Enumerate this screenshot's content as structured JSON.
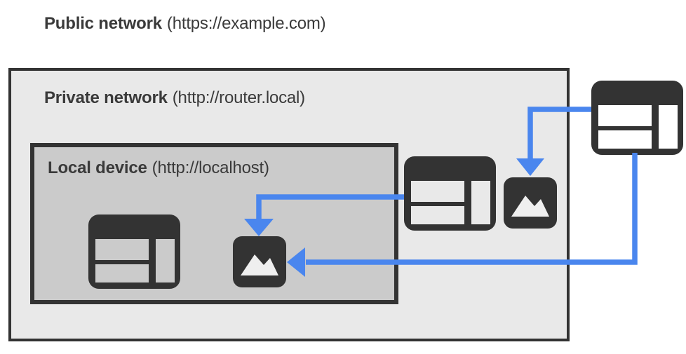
{
  "public_network": {
    "name": "Public network",
    "origin": "(https://example.com)"
  },
  "private_network": {
    "name": "Private network",
    "origin": "(http://router.local)"
  },
  "local_device": {
    "name": "Local device",
    "origin": "(http://localhost)"
  },
  "icons": {
    "local_browser": "browser-window-icon",
    "local_image": "image-placeholder-icon",
    "private_browser": "browser-window-icon",
    "private_image": "image-placeholder-icon",
    "public_browser": "browser-window-icon"
  },
  "connections": [
    {
      "from": "private-network-browser",
      "to": "local-device-image"
    },
    {
      "from": "public-network-browser",
      "to": "private-network-image"
    },
    {
      "from": "public-network-browser",
      "to": "local-device-image"
    }
  ],
  "colors": {
    "arrow_blue": "#4a86ee",
    "icon_dark": "#333333",
    "box_border": "#333333",
    "text": "#3a3a3a",
    "private_network_fill": "#e9e9e9",
    "local_device_fill": "#cbcbcb",
    "image_glyph_light": "#efefef",
    "page_background": "#ffffff"
  }
}
